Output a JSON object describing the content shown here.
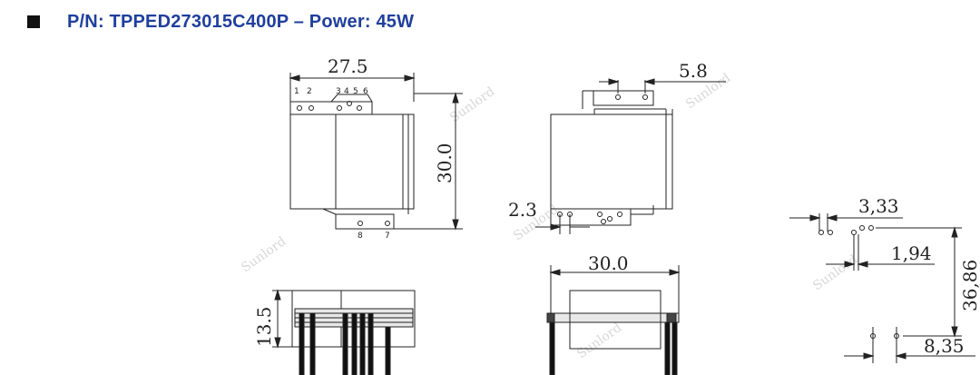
{
  "header": {
    "bullet_icon": "square-bullet-icon",
    "title": "P/N: TPPED273015C400P – Power: 45W",
    "title_color": "#1f3f9f"
  },
  "top_view": {
    "width_label": "27.5",
    "height_label": "30.0",
    "pin_labels_top": [
      "1",
      "2",
      "3",
      "4",
      "5",
      "6"
    ],
    "pin_labels_bottom": [
      "8",
      "7"
    ]
  },
  "side_view": {
    "pin_spacing_label": "5.8",
    "offset_label": "2.3"
  },
  "bottom_left_view": {
    "height_label": "13.5"
  },
  "bottom_middle_view": {
    "width_label": "30.0"
  },
  "pcb_layout": {
    "spacing_label": "3,33",
    "pin_gap_label": "1,94",
    "height_label": "36,86",
    "width_label": "8,35"
  },
  "watermark": "Sunlord"
}
